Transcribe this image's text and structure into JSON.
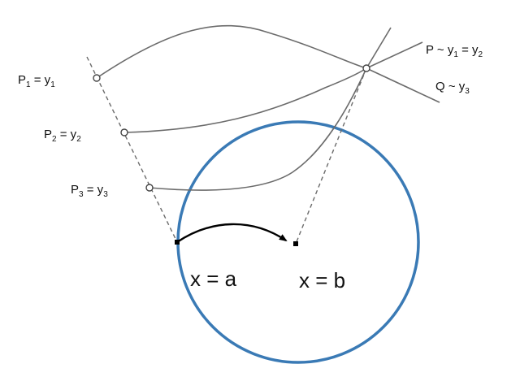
{
  "labels": {
    "p1": {
      "main": "P",
      "sub": "1",
      "eq": " = y",
      "sub2": "1"
    },
    "p2": {
      "main": "P",
      "sub": "2",
      "eq": " = y",
      "sub2": "2"
    },
    "p3": {
      "main": "P",
      "sub": "3",
      "eq": " = y",
      "sub2": "3"
    },
    "p": {
      "main": "P ~ y",
      "sub": "1",
      "eq": " = y",
      "sub2": "2"
    },
    "q": {
      "main": "Q ~ y",
      "sub": "3"
    },
    "xa": "x = a",
    "xb": "x = b"
  },
  "colors": {
    "circle": "#3a7ab5",
    "curve": "#6b6b6b",
    "arrow": "#000000",
    "text": "#111111"
  }
}
